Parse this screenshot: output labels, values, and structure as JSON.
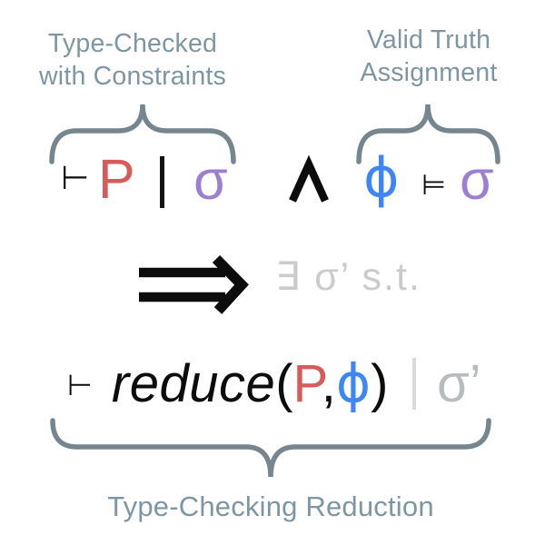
{
  "colors": {
    "background": "#FFFFFF",
    "annotation_label": "#7E96A4",
    "brace": "#76868F",
    "formula_black": "#0C0C0C",
    "program_red": "#D65C5C",
    "sigma_purple": "#9B7FD3",
    "phi_blue": "#3E86F6",
    "exists_light_gray": "#CBCBCB",
    "sigma_prime_gray": "#B9BCBE",
    "separator_bar_gray": "#D9D9D9"
  },
  "annotations": {
    "top_left_line1": "Type-Checked",
    "top_left_line2": "with Constraints",
    "top_right_line1": "Valid Truth",
    "top_right_line2": "Assignment",
    "bottom": "Type-Checking Reduction"
  },
  "formula": {
    "turnstile": "⊢",
    "program": "P",
    "separator": "|",
    "sigma": "σ",
    "conjunction": "∧",
    "phi": "ϕ",
    "models": "⊨",
    "sigma_right": "σ",
    "implies": "⟹",
    "exists_clause": "∃ σ’ s.t.",
    "conclusion_turnstile": "⊢",
    "function_name": "reduce",
    "open_paren": "(",
    "arg1": "P",
    "comma": ",",
    "arg2": "ϕ",
    "close_paren": ")",
    "conclusion_separator": "|",
    "sigma_prime": "σ’"
  }
}
